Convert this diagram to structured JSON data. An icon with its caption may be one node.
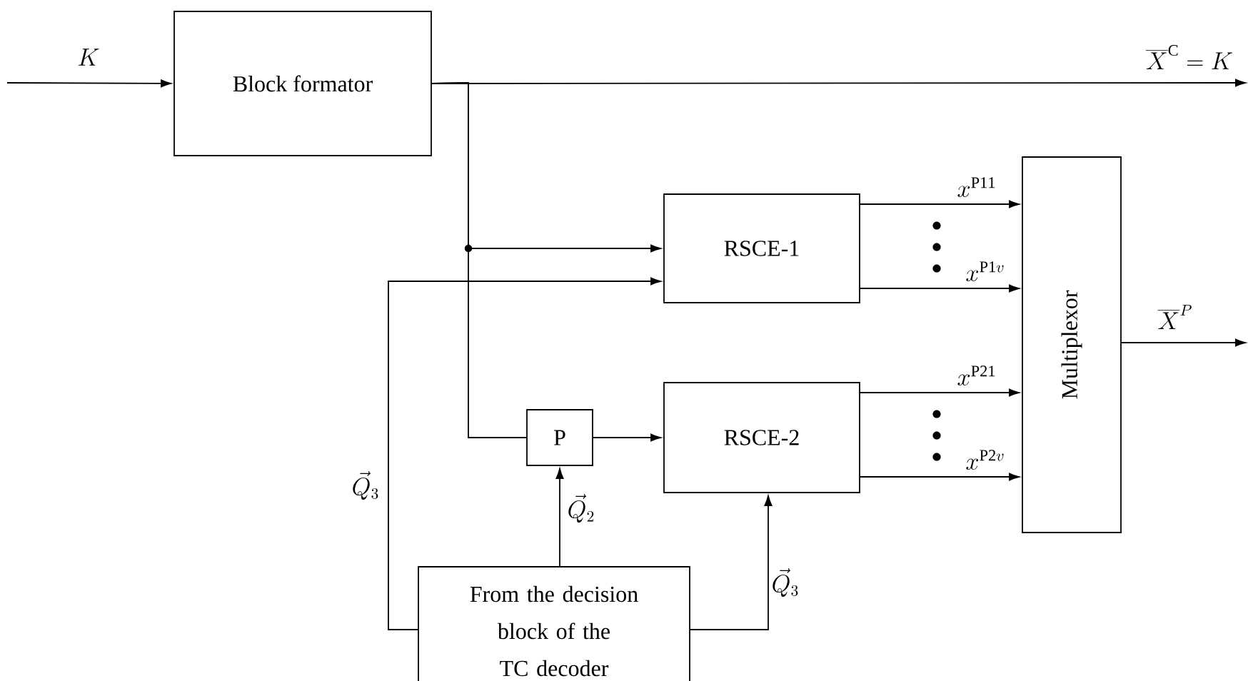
{
  "diagram": {
    "nodes": [
      {
        "text": [
          "Block formator"
        ]
      },
      {
        "text": [
          "RSCE-1"
        ]
      },
      {
        "text": [
          "P"
        ]
      },
      {
        "text": [
          "RSCE-2"
        ]
      },
      {
        "text": [
          "Multiplexor"
        ]
      },
      {
        "text": [
          "From the decision block of the TC decoder"
        ]
      }
    ],
    "edges": [
      {
        "from": null,
        "to": 0,
        "arrow": "to",
        "label": "K"
      },
      {
        "from": 0,
        "to": null,
        "arrow": "to",
        "label": "\\overline{X}^{\\mathrm{C}}=K"
      },
      {
        "from": 0,
        "to": 1,
        "arrow": "to"
      },
      {
        "from": 0,
        "to": 2,
        "arrow": "none"
      },
      {
        "from": 5,
        "to": 1,
        "arrow": "to",
        "label": "\\vec{Q}_3"
      },
      {
        "from": 2,
        "to": 3,
        "arrow": "to"
      },
      {
        "from": 5,
        "to": 2,
        "arrow": "to",
        "label": "\\vec{Q}_2"
      },
      {
        "from": 5,
        "to": 3,
        "arrow": "to",
        "label": "\\vec{Q}_3"
      },
      {
        "from": 1,
        "to": 4,
        "arrow": "to",
        "label": "x^{\\mathrm{P11}}"
      },
      {
        "from": 1,
        "to": 4,
        "arrow": "to",
        "label": "x^{\\mathrm{P1}v}"
      },
      {
        "from": 3,
        "to": 4,
        "arrow": "to",
        "label": "x^{\\mathrm{P21}}"
      },
      {
        "from": 3,
        "to": 4,
        "arrow": "to",
        "label": "x^{\\mathrm{P2}v}"
      },
      {
        "from": 4,
        "to": null,
        "arrow": "to",
        "label": "\\overline{X}^{P}"
      }
    ]
  }
}
